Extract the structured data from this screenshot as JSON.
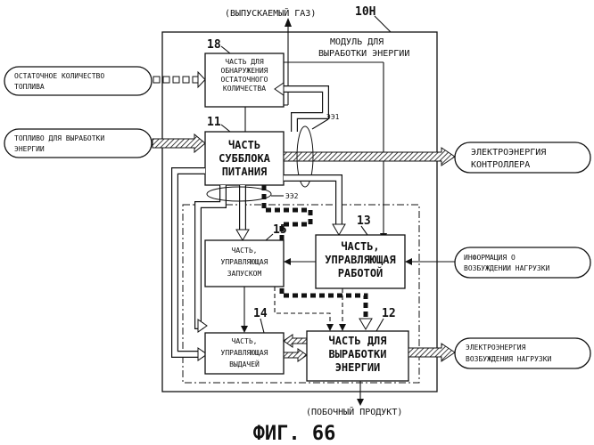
{
  "figure": {
    "caption": "ФИГ. 66",
    "module_ref": "10H",
    "module_title": [
      "МОДУЛЬ ДЛЯ",
      "ВЫРАБОТКИ ЭНЕРГИИ"
    ],
    "exhaust_label": "(ВЫПУСКАЕМЫЙ ГАЗ)",
    "byproduct_label": "(ПОБОЧНЫЙ ПРОДУКТ)"
  },
  "blocks": {
    "b18": {
      "ref": "18",
      "lines": [
        "ЧАСТЬ ДЛЯ",
        "ОБНАРУЖЕНИЯ",
        "ОСТАТОЧНОГО",
        "КОЛИЧЕСТВА"
      ]
    },
    "b11": {
      "ref": "11",
      "lines": [
        "ЧАСТЬ",
        "СУББЛОКА",
        "ПИТАНИЯ"
      ]
    },
    "b15": {
      "ref": "15",
      "lines": [
        "ЧАСТЬ,",
        "УПРАВЛЯЮЩАЯ",
        "ЗАПУСКОМ"
      ]
    },
    "b13": {
      "ref": "13",
      "lines": [
        "ЧАСТЬ,",
        "УПРАВЛЯЮЩАЯ",
        "РАБОТОЙ"
      ]
    },
    "b14": {
      "ref": "14",
      "lines": [
        "ЧАСТЬ,",
        "УПРАВЛЯЮЩАЯ",
        "ВЫДАЧЕЙ"
      ]
    },
    "b12": {
      "ref": "12",
      "lines": [
        "ЧАСТЬ ДЛЯ",
        "ВЫРАБОТКИ",
        "ЭНЕРГИИ"
      ]
    }
  },
  "terminals": {
    "residual_fuel": [
      "ОСТАТОЧНОЕ КОЛИЧЕСТВО",
      "ТОПЛИВА"
    ],
    "fuel": [
      "ТОПЛИВО ДЛЯ ВЫРАБОТКИ",
      "ЭНЕРГИИ"
    ],
    "controller_power": [
      "ЭЛЕКТРОЭНЕРГИЯ",
      "КОНТРОЛЛЕРА"
    ],
    "load_info": [
      "ИНФОРМАЦИЯ О",
      "ВОЗБУЖДЕНИИ НАГРУЗКИ"
    ],
    "load_power": [
      "ЭЛЕКТРОЭНЕРГИЯ",
      "ВОЗБУЖДЕНИЯ НАГРУЗКИ"
    ]
  },
  "labels": {
    "ee1": "ЭЭ1",
    "ee2": "ЭЭ2"
  }
}
